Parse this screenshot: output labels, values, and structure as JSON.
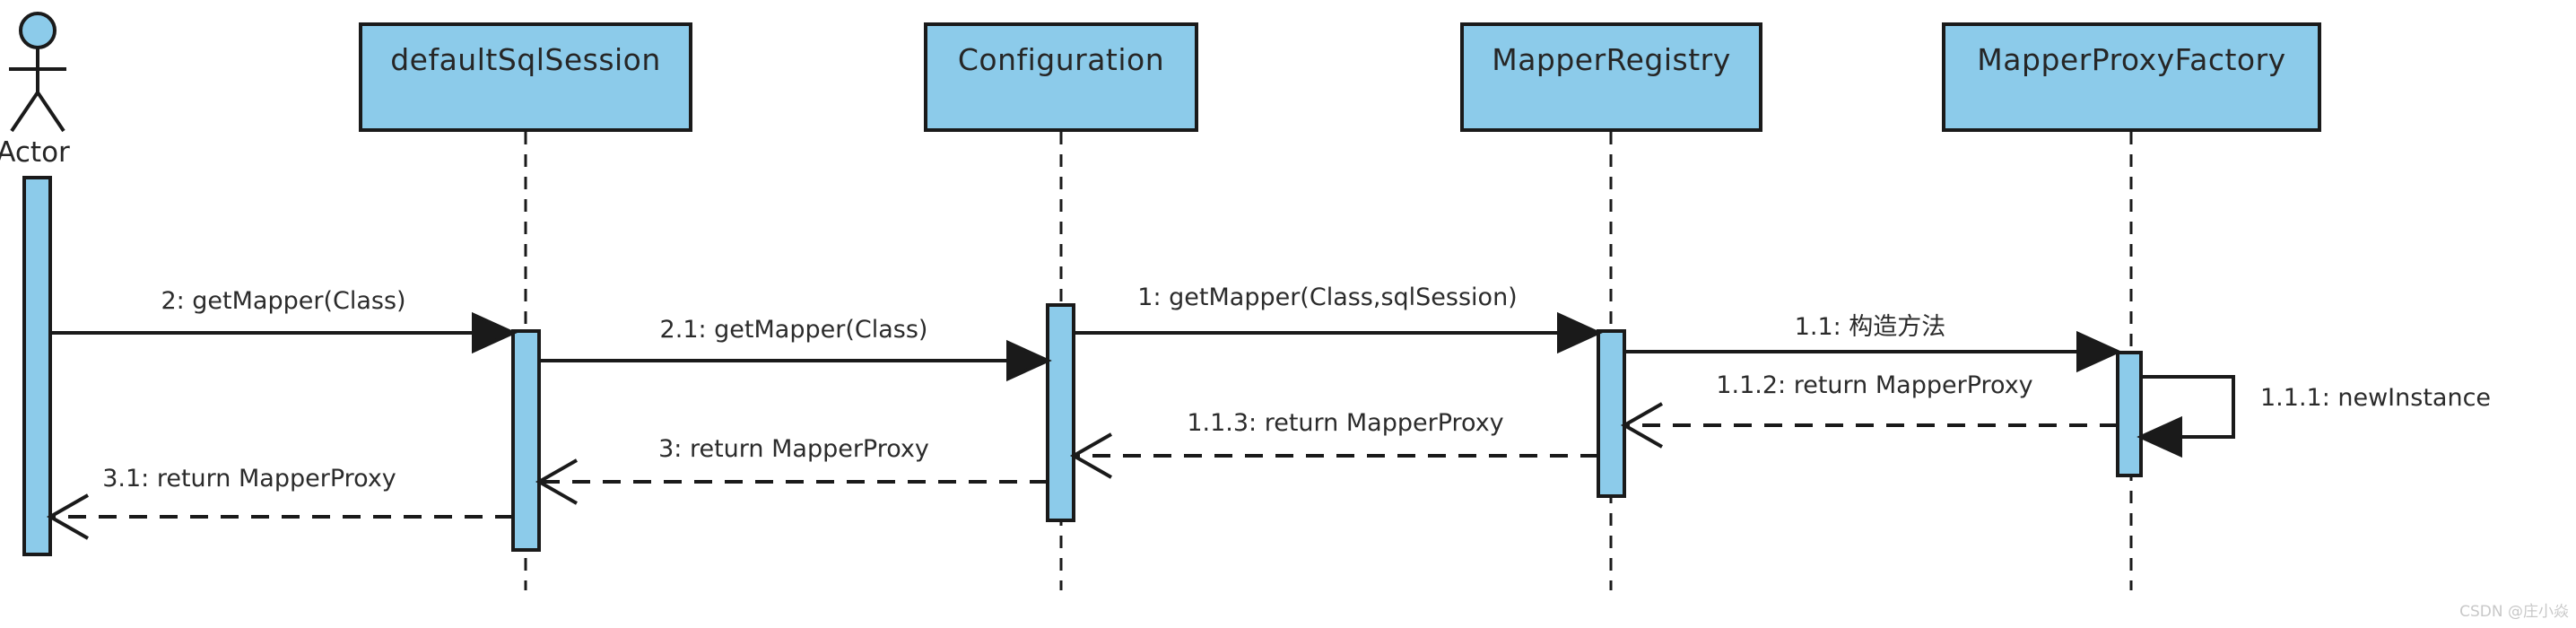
{
  "diagram": {
    "type": "uml-sequence-diagram",
    "colors": {
      "shape_fill": "#8CCBEA",
      "stroke": "#1a1a1a",
      "text": "#2b2b2b",
      "watermark": "#c8c8c8"
    },
    "actor": {
      "name": "Actor"
    },
    "participants": [
      {
        "name": "defaultSqlSession"
      },
      {
        "name": "Configuration"
      },
      {
        "name": "MapperRegistry"
      },
      {
        "name": "MapperProxyFactory"
      }
    ],
    "messages": [
      {
        "label": "2: getMapper(Class)",
        "from": "Actor",
        "to": "defaultSqlSession",
        "kind": "sync"
      },
      {
        "label": "2.1: getMapper(Class)",
        "from": "defaultSqlSession",
        "to": "Configuration",
        "kind": "sync"
      },
      {
        "label": "1: getMapper(Class,sqlSession)",
        "from": "Configuration",
        "to": "MapperRegistry",
        "kind": "sync"
      },
      {
        "label": "1.1: 构造方法",
        "from": "MapperRegistry",
        "to": "MapperProxyFactory",
        "kind": "sync"
      },
      {
        "label": "1.1.1: newInstance",
        "from": "MapperProxyFactory",
        "to": "MapperProxyFactory",
        "kind": "self"
      },
      {
        "label": "1.1.2: return MapperProxy",
        "from": "MapperProxyFactory",
        "to": "MapperRegistry",
        "kind": "return"
      },
      {
        "label": "1.1.3: return MapperProxy",
        "from": "MapperRegistry",
        "to": "Configuration",
        "kind": "return"
      },
      {
        "label": "3: return MapperProxy",
        "from": "Configuration",
        "to": "defaultSqlSession",
        "kind": "return"
      },
      {
        "label": "3.1: return MapperProxy",
        "from": "defaultSqlSession",
        "to": "Actor",
        "kind": "return"
      }
    ],
    "watermark": "CSDN @庄小焱"
  }
}
